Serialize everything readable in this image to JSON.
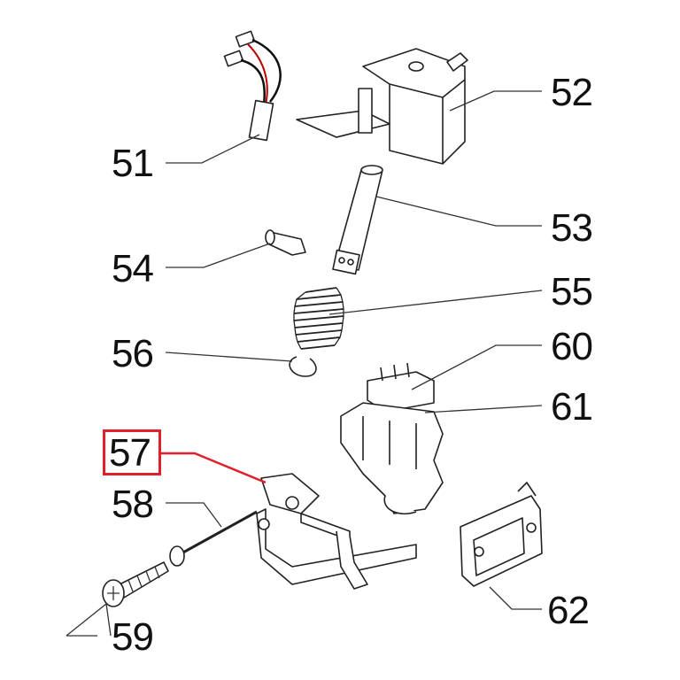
{
  "diagram": {
    "highlight_color": "#e0202a",
    "highlighted_part": "57",
    "labels": {
      "p51": "51",
      "p52": "52",
      "p53": "53",
      "p54": "54",
      "p55": "55",
      "p56": "56",
      "p57": "57",
      "p58": "58",
      "p59": "59",
      "p60": "60",
      "p61": "61",
      "p62": "62"
    }
  }
}
